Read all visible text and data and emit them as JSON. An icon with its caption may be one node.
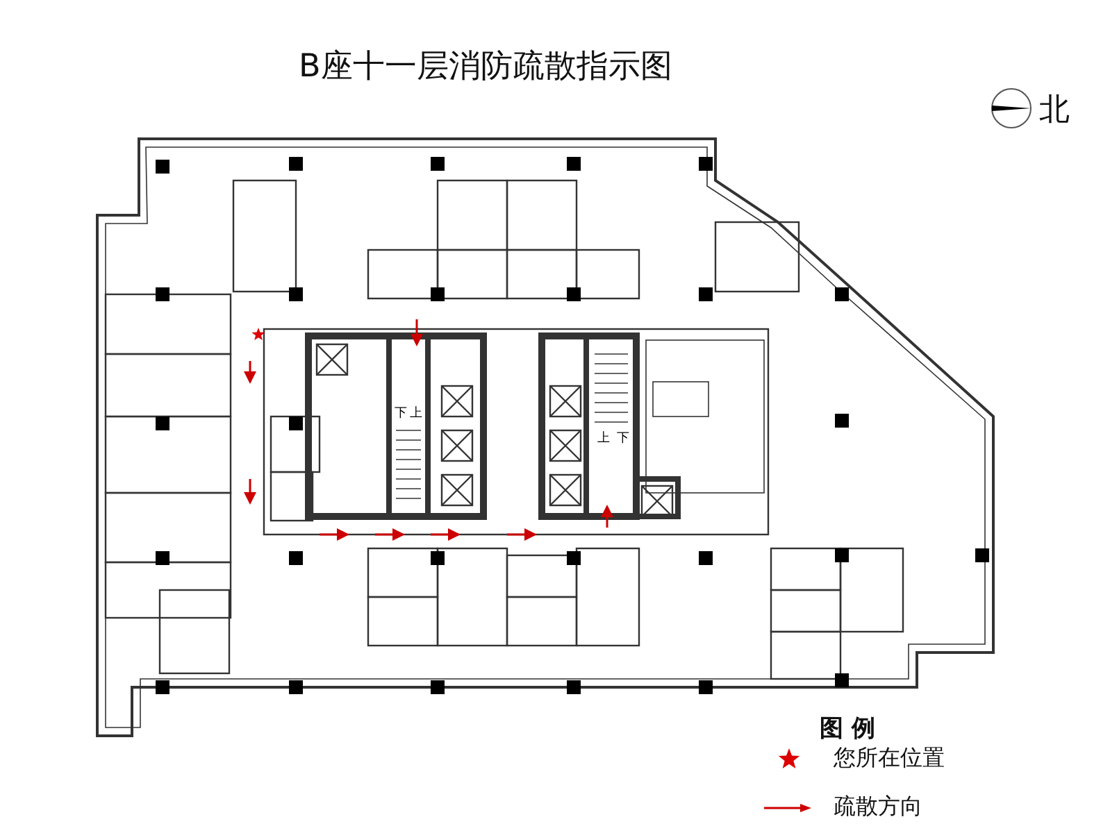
{
  "diagram": {
    "title": "B座十一层消防疏散指示图",
    "labels": [
      "北",
      "下",
      "上",
      "上",
      "下",
      "图 例"
    ],
    "legend": [
      {
        "text": "您所在位置"
      },
      {
        "text": "疏散方向"
      }
    ]
  }
}
